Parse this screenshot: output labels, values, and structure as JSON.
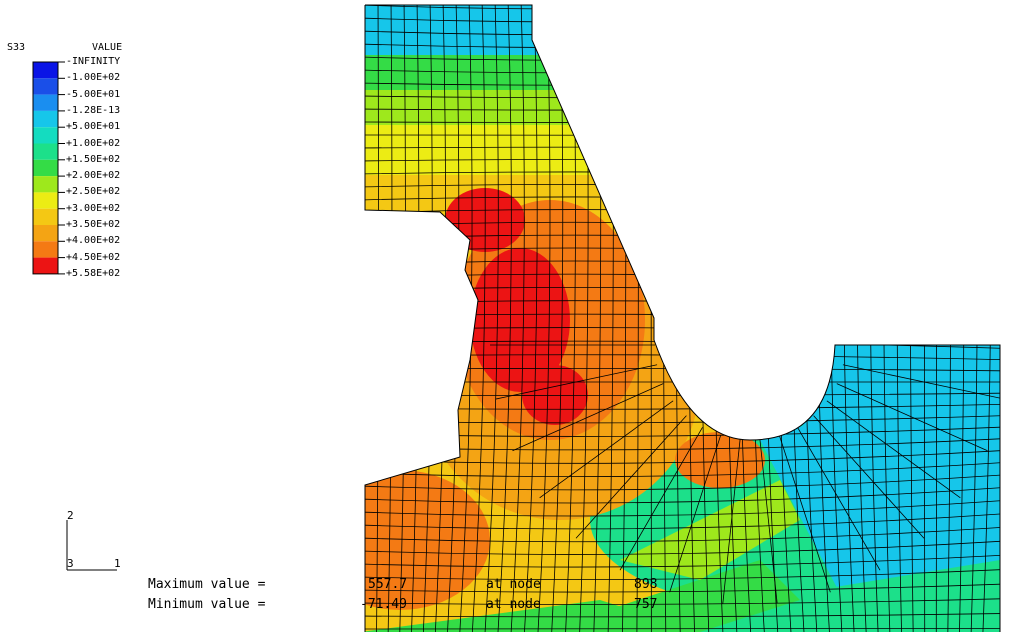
{
  "legend": {
    "variable": "S33",
    "value_header": "VALUE",
    "levels": [
      {
        "label": "-INFINITY",
        "color": "#0a14e6"
      },
      {
        "label": "-1.00E+02",
        "color": "#1a4fe8"
      },
      {
        "label": "-5.00E+01",
        "color": "#1a8ef0"
      },
      {
        "label": "-1.28E-13",
        "color": "#16c6ea"
      },
      {
        "label": "+5.00E+01",
        "color": "#14dcc0"
      },
      {
        "label": "+1.00E+02",
        "color": "#1ce08a"
      },
      {
        "label": "+1.50E+02",
        "color": "#34dc46"
      },
      {
        "label": "+2.00E+02",
        "color": "#9ee81c"
      },
      {
        "label": "+2.50E+02",
        "color": "#ecec14"
      },
      {
        "label": "+3.00E+02",
        "color": "#f4c814"
      },
      {
        "label": "+3.50E+02",
        "color": "#f4a414"
      },
      {
        "label": "+4.00E+02",
        "color": "#f47a14"
      },
      {
        "label": "+4.50E+02",
        "color": "#ec1414"
      },
      {
        "label": "+5.58E+02",
        "color": ""
      }
    ]
  },
  "readout": {
    "max_label": "Maximum value =",
    "max_value": "557.7",
    "max_at": "at node",
    "max_node": "898",
    "min_label": "Minimum value =",
    "min_value": "-71.49",
    "min_at": "at node",
    "min_node": "757"
  },
  "axes": {
    "up": "2",
    "out": "3",
    "right": "1"
  },
  "colors": {
    "mesh_line": "#000000",
    "background": "#ffffff"
  }
}
